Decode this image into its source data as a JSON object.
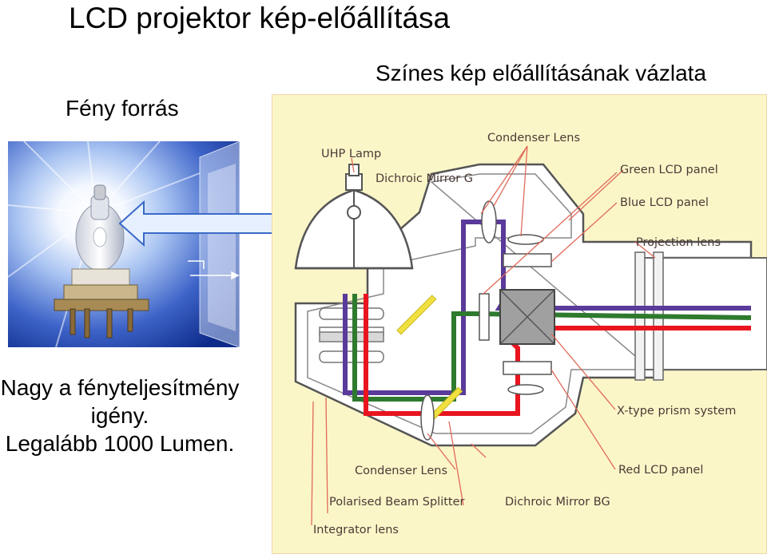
{
  "title": "LCD projektor kép-előállítása",
  "subtitle": "Színes kép előállításának vázlata",
  "light_source_label": "Fény forrás",
  "note_lines": [
    "Nagy a fényteljesítmény",
    "igény.",
    "Legalább 1000 Lumen."
  ],
  "diagram_labels": {
    "uhp_lamp": "UHP Lamp",
    "condenser_lens_top": "Condenser Lens",
    "dichroic_mirror_g": "Dichroic Mirror G",
    "green_lcd_panel": "Green LCD panel",
    "blue_lcd_panel": "Blue LCD panel",
    "projection_lens": "Projection lens",
    "x_type_prism": "X-type prism system",
    "condenser_lens_bottom": "Condenser Lens",
    "red_lcd_panel": "Red LCD panel",
    "polarised_beam_splitter": "Polarised Beam Splitter",
    "dichroic_mirror_bg": "Dichroic Mirror BG",
    "integrator_lens": "Integrator lens"
  },
  "colors": {
    "panel_bg": "#fbf6c8",
    "panel_border": "#f0d6a8",
    "leader_line": "#e06a5a",
    "beam_purple": "#5a3a9a",
    "beam_green": "#2e7a2e",
    "beam_red": "#e8141e",
    "mirror_yellow": "#f0e040",
    "arrow_fill": "#e6f0ff",
    "arrow_stroke": "#3a6ac8"
  },
  "icons": {
    "double_arrow": "double-headed-arrow",
    "lamp_photo": "uhp-lamp-bulb",
    "lamp_symbol": "lamp-reflector"
  }
}
